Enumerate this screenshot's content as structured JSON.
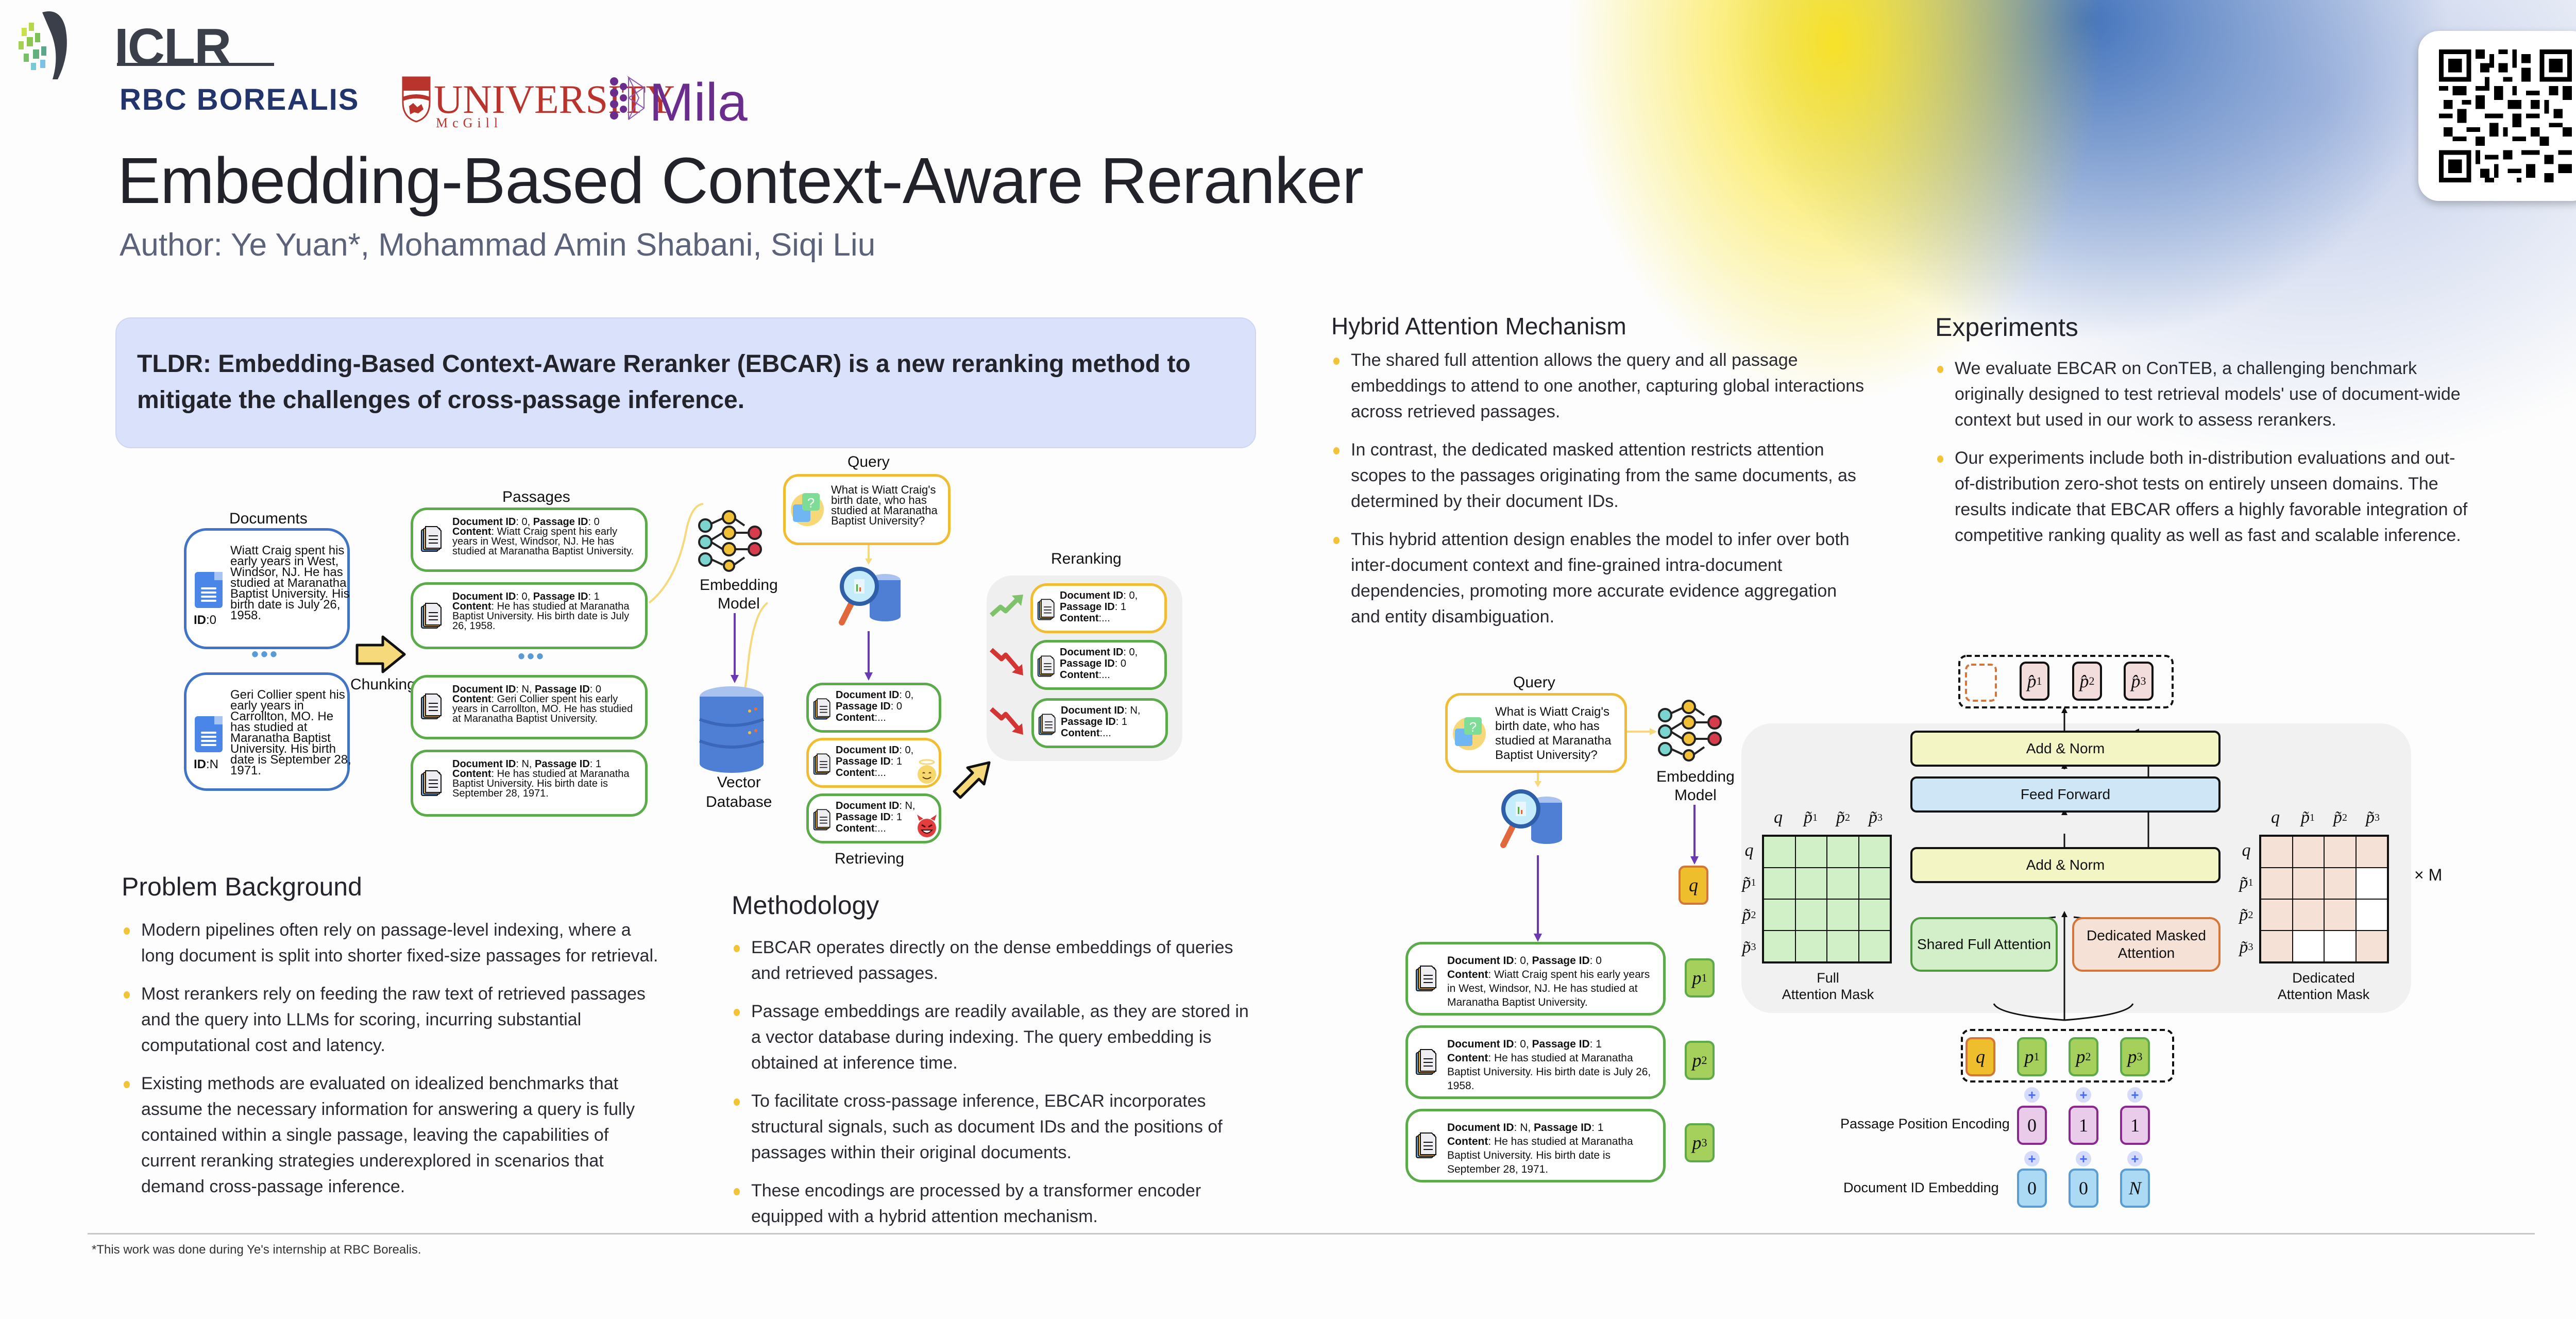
{
  "header": {
    "conference_logo": "ICLR",
    "affiliations": [
      "RBC BOREALIS",
      "McGill",
      "UNIVERSITY",
      "Mila"
    ],
    "title": "Embedding-Based Context-Aware Reranker",
    "authors": "Author: Ye Yuan*, Mohammad Amin Shabani, Siqi Liu",
    "qr_code": "qr-code-icon"
  },
  "colors": {
    "accent_bullet": "#f2c237",
    "tldr_bg": "#dae1fb",
    "doc_border": "#3f74c7",
    "passage_border": "#5bab4b",
    "query_border": "#f0bd32",
    "arrow_purple": "#6a3ab2"
  },
  "tldr": "TLDR: Embedding-Based Context-Aware Reranker (EBCAR) is a new reranking method to mitigate the challenges of cross-passage inference.",
  "pipeline_figure": {
    "labels": {
      "documents": "Documents",
      "passages": "Passages",
      "chunking": "Chunking",
      "query": "Query",
      "embedding_model": [
        "Embedding",
        "Model"
      ],
      "vector_database": [
        "Vector",
        "Database"
      ],
      "retrieving": "Retrieving",
      "reranking": "Reranking"
    },
    "documents": [
      {
        "id_label": "ID",
        "id": "0",
        "text": "Wiatt Craig spent his early years in West, Windsor, NJ. He has studied at Maranatha Baptist University. His birth date is July 26, 1958."
      },
      {
        "id_label": "ID",
        "id": "N",
        "text": "Geri Collier spent his early years in Carrollton, MO. He has studied at Maranatha Baptist University. His birth date is September 28, 1971."
      }
    ],
    "passages": [
      {
        "doc_id": "0",
        "passage_id": "0",
        "content": "Wiatt Craig spent his early years in West, Windsor, NJ. He has studied at Maranatha Baptist University."
      },
      {
        "doc_id": "0",
        "passage_id": "1",
        "content": "He has studied at Maranatha Baptist University. His birth date is July 26, 1958."
      },
      {
        "doc_id": "N",
        "passage_id": "0",
        "content": "Geri Collier spent his early years in Carrollton, MO. He has studied at Maranatha Baptist University."
      },
      {
        "doc_id": "N",
        "passage_id": "1",
        "content": "He has studied at Maranatha Baptist University. His birth date is September 28, 1971."
      }
    ],
    "field_labels": {
      "document_id": "Document ID",
      "passage_id": "Passage ID",
      "content": "Content"
    },
    "query_text": "What is Wiatt Craig's birth date, who has studied at Maranatha Baptist University?",
    "retrieved": [
      {
        "doc_id": "0,",
        "passage_id": "0",
        "content": "...",
        "badge": ""
      },
      {
        "doc_id": "0,",
        "passage_id": "1",
        "content": "...",
        "badge": "angel-emoji-icon"
      },
      {
        "doc_id": "N,",
        "passage_id": "1",
        "content": "...",
        "badge": "devil-emoji-icon"
      }
    ],
    "reranked": [
      {
        "doc_id": "0,",
        "passage_id": "1",
        "content": "...",
        "trend": "up"
      },
      {
        "doc_id": "0,",
        "passage_id": "0",
        "content": "...",
        "trend": "down"
      },
      {
        "doc_id": "N,",
        "passage_id": "1",
        "content": "...",
        "trend": "down"
      }
    ]
  },
  "problem_background": {
    "heading": "Problem Background",
    "bullets": [
      "Modern pipelines often rely on passage-level indexing, where a long document is split into shorter fixed-size passages for retrieval.",
      "Most rerankers rely on feeding the raw text of retrieved passages and the query into LLMs for scoring, incurring substantial computational cost and latency.",
      "Existing methods are evaluated on idealized benchmarks that assume the necessary information for answering a query is fully contained within a single passage, leaving the capabilities of current reranking strategies underexplored in scenarios that demand cross-passage inference."
    ]
  },
  "methodology": {
    "heading": "Methodology",
    "bullets": [
      "EBCAR operates directly on the dense embeddings of queries and retrieved passages.",
      "Passage embeddings are readily available, as they are stored in a vector database during indexing. The query embedding is obtained at inference time.",
      "To facilitate cross-passage inference, EBCAR incorporates structural signals, such as document IDs and the positions of passages within their original documents.",
      "These encodings are processed by a transformer encoder equipped with a hybrid attention mechanism."
    ]
  },
  "hybrid_attention": {
    "heading": "Hybrid Attention Mechanism",
    "bullets": [
      "The shared full attention allows the query and all passage embeddings to attend to one another, capturing global interactions across retrieved passages.",
      "In contrast, the dedicated masked attention restricts attention scopes to the passages originating from the same documents, as determined by their document IDs.",
      "This hybrid attention design enables the model to infer over both inter-document context and fine-grained intra-document dependencies, promoting more accurate evidence aggregation and entity disambiguation."
    ]
  },
  "experiments": {
    "heading": "Experiments",
    "bullets": [
      "We evaluate EBCAR on ConTEB, a challenging benchmark originally designed to test retrieval models' use of document-wide context but used in our work to assess rerankers.",
      "Our experiments include both in-distribution evaluations and out-of-distribution zero-shot tests on entirely unseen domains. The results indicate that EBCAR offers a highly favorable integration of competitive ranking quality as well as  fast and scalable inference."
    ]
  },
  "architecture_figure": {
    "query_label": "Query",
    "query_text": "What is Wiatt Craig's birth date, who has studied at Maranatha Baptist University?",
    "embedding_model": [
      "Embedding",
      "Model"
    ],
    "passages": [
      {
        "doc_id": "0",
        "passage_id": "0",
        "content": "Wiatt Craig spent his early years in West, Windsor, NJ. He has studied at Maranatha Baptist University.",
        "token": "p",
        "sub": "1"
      },
      {
        "doc_id": "0",
        "passage_id": "1",
        "content": "He has studied at Maranatha Baptist University. His birth date is July 26, 1958.",
        "token": "p",
        "sub": "2"
      },
      {
        "doc_id": "N",
        "passage_id": "1",
        "content": "He has studied at Maranatha Baptist University. His birth date is September 28, 1971.",
        "token": "p",
        "sub": "3"
      }
    ],
    "query_token": "q",
    "blocks": {
      "add_norm_top": "Add & Norm",
      "feed_forward": "Feed Forward",
      "add_norm_bottom": "Add & Norm",
      "shared_full_attention": "Shared Full Attention",
      "dedicated_masked_attention": "Dedicated Masked Attention"
    },
    "repeat_label": "× M",
    "outputs": [
      {
        "t": "p̂",
        "sub": "1"
      },
      {
        "t": "p̂",
        "sub": "2"
      },
      {
        "t": "p̂",
        "sub": "3"
      }
    ],
    "mask_axis": [
      {
        "t": "q",
        "sub": ""
      },
      {
        "t": "p̃",
        "sub": "1"
      },
      {
        "t": "p̃",
        "sub": "2"
      },
      {
        "t": "p̃",
        "sub": "3"
      }
    ],
    "full_mask_title": [
      "Full",
      "Attention Mask"
    ],
    "dedicated_mask_title": [
      "Dedicated",
      "Attention Mask"
    ],
    "full_mask": [
      [
        1,
        1,
        1,
        1
      ],
      [
        1,
        1,
        1,
        1
      ],
      [
        1,
        1,
        1,
        1
      ],
      [
        1,
        1,
        1,
        1
      ]
    ],
    "dedicated_mask": [
      [
        1,
        1,
        1,
        1
      ],
      [
        1,
        1,
        1,
        0
      ],
      [
        1,
        1,
        1,
        0
      ],
      [
        1,
        0,
        0,
        1
      ]
    ],
    "passage_position_label": "Passage Position Encoding",
    "passage_positions": [
      "0",
      "1",
      "1"
    ],
    "document_id_label": "Document ID Embedding",
    "document_ids": [
      "0",
      "0",
      "N"
    ]
  },
  "footnote": "*This work was done during Ye's internship at RBC Borealis."
}
